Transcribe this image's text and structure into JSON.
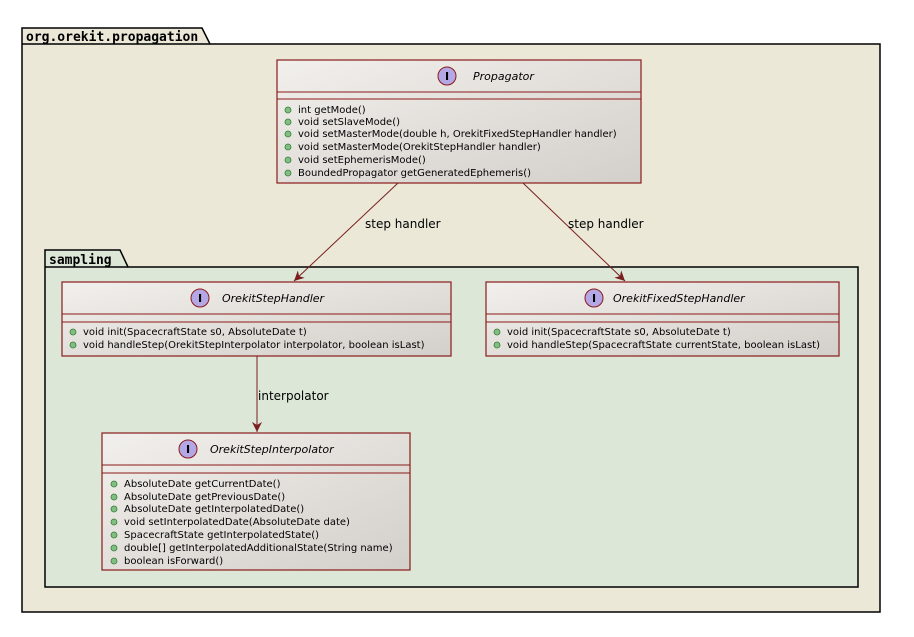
{
  "packages": {
    "outer": {
      "name": "org.orekit.propagation"
    },
    "inner": {
      "name": "sampling"
    }
  },
  "classes": {
    "propagator": {
      "stereotype_letter": "I",
      "name": "Propagator",
      "methods": [
        "int getMode()",
        "void setSlaveMode()",
        "void setMasterMode(double h, OrekitFixedStepHandler handler)",
        "void setMasterMode(OrekitStepHandler handler)",
        "void setEphemerisMode()",
        "BoundedPropagator getGeneratedEphemeris()"
      ]
    },
    "step_handler": {
      "stereotype_letter": "I",
      "name": "OrekitStepHandler",
      "methods": [
        "void init(SpacecraftState s0, AbsoluteDate t)",
        "void handleStep(OrekitStepInterpolator interpolator, boolean isLast)"
      ]
    },
    "fixed_step_handler": {
      "stereotype_letter": "I",
      "name": "OrekitFixedStepHandler",
      "methods": [
        "void init(SpacecraftState s0, AbsoluteDate t)",
        "void handleStep(SpacecraftState currentState, boolean isLast)"
      ]
    },
    "step_interpolator": {
      "stereotype_letter": "I",
      "name": "OrekitStepInterpolator",
      "methods": [
        "AbsoluteDate getCurrentDate()",
        "AbsoluteDate getPreviousDate()",
        "AbsoluteDate getInterpolatedDate()",
        "void setInterpolatedDate(AbsoluteDate date)",
        "SpacecraftState getInterpolatedState()",
        "double[] getInterpolatedAdditionalState(String name)",
        "boolean isForward()"
      ]
    }
  },
  "edges": {
    "to_step_handler": {
      "label": "step handler"
    },
    "to_fixed_step_handler": {
      "label": "step handler"
    },
    "to_interpolator": {
      "label": "interpolator"
    }
  },
  "colors": {
    "outer_package_fill": "#EBE8D8",
    "inner_package_fill": "#DCE7D8",
    "class_fill_start": "#F2F0EC",
    "class_fill_end": "#D3CFCB",
    "class_border": "#8A1A1A",
    "interface_circle": "#B4A7E5",
    "member_dot": "#7FBF7F",
    "arrow": "#7A1F1F"
  }
}
